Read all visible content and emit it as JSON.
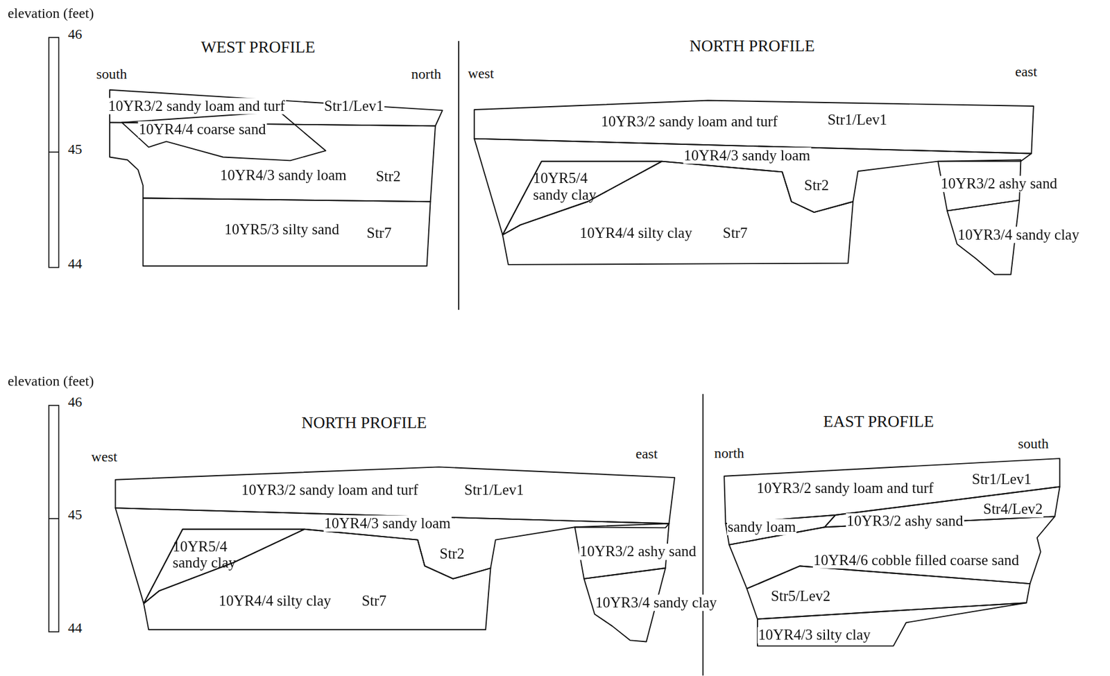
{
  "diagram": {
    "nodes": [
      {
        "text": [
          "WEST PROFILE",
          "south",
          "north"
        ]
      },
      {
        "text": [
          "10YR3/2 sandy loam and turf",
          "Str1/Lev1"
        ],
        "in": 0
      },
      {
        "text": [
          "10YR4/4 coarse sand"
        ],
        "in": 0
      },
      {
        "text": [
          "10YR4/3 sandy loam",
          "Str2"
        ],
        "in": 0
      },
      {
        "text": [
          "10YR5/3 silty sand",
          "Str7"
        ],
        "in": 0
      },
      {
        "text": [
          "NORTH PROFILE",
          "west",
          "east"
        ]
      },
      {
        "text": [
          "10YR3/2 sandy loam and turf",
          "Str1/Lev1"
        ],
        "in": 5
      },
      {
        "text": [
          "10YR4/3 sandy loam",
          "Str2"
        ],
        "in": 5
      },
      {
        "text": [
          "10YR5/4 sandy clay"
        ],
        "in": 5
      },
      {
        "text": [
          "10YR4/4 silty clay",
          "Str7"
        ],
        "in": 5
      },
      {
        "text": [
          "10YR3/2 ashy sand"
        ],
        "in": 5
      },
      {
        "text": [
          "10YR3/4 sandy clay"
        ],
        "in": 5
      },
      {
        "text": [
          "NORTH PROFILE",
          "west",
          "east"
        ]
      },
      {
        "text": [
          "10YR3/2 sandy loam and turf",
          "Str1/Lev1"
        ],
        "in": 12
      },
      {
        "text": [
          "10YR4/3 sandy loam",
          "Str2"
        ],
        "in": 12
      },
      {
        "text": [
          "10YR5/4 sandy clay"
        ],
        "in": 12
      },
      {
        "text": [
          "10YR4/4 silty clay",
          "Str7"
        ],
        "in": 12
      },
      {
        "text": [
          "10YR3/2 ashy sand"
        ],
        "in": 12
      },
      {
        "text": [
          "10YR3/4 sandy clay"
        ],
        "in": 12
      },
      {
        "text": [
          "EAST PROFILE",
          "north",
          "south"
        ]
      },
      {
        "text": [
          "10YR3/2 sandy loam and turf",
          "Str1/Lev1"
        ],
        "in": 19
      },
      {
        "text": [
          "sandy loam"
        ],
        "in": 19
      },
      {
        "text": [
          "10YR3/2 ashy sand",
          "Str4/Lev2"
        ],
        "in": 19
      },
      {
        "text": [
          "10YR4/6 cobble filled coarse sand"
        ],
        "in": 19
      },
      {
        "text": [
          "Str5/Lev2"
        ],
        "in": 19
      },
      {
        "text": [
          "10YR4/3 silty clay"
        ],
        "in": 19
      }
    ],
    "labels": [
      "elevation (feet)",
      "46",
      "45",
      "44",
      "elevation (feet)",
      "46",
      "45",
      "44"
    ]
  }
}
